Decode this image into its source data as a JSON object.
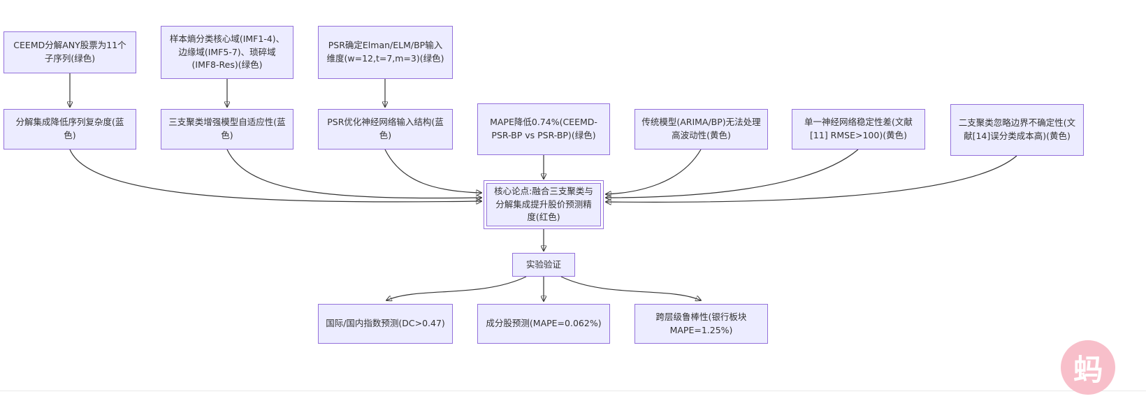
{
  "diagram": {
    "nodes": {
      "ceemd": {
        "label": "CEEMD分解ANY股票为11个子序列(绿色)"
      },
      "sample_entropy": {
        "label": "样本熵分类核心域(IMF1-4)、边缘域(IMF5-7)、琐碎域(IMF8-Res)(绿色)"
      },
      "psr_dim": {
        "label": "PSR确定Elman/ELM/BP输入维度(w=12,t=7,m=3)(绿色)"
      },
      "decomp": {
        "label": "分解集成降低序列复杂度(蓝色)"
      },
      "three_way": {
        "label": "三支聚类增强模型自适应性(蓝色)"
      },
      "psr_opt": {
        "label": "PSR优化神经网络输入结构(蓝色)"
      },
      "mape_gain": {
        "label": "MAPE降低0.74%(CEEMD-PSR-BP vs PSR-BP)(绿色)"
      },
      "traditional": {
        "label": "传统模型(ARIMA/BP)无法处理高波动性(黄色)"
      },
      "single_nn": {
        "label": "单一神经网络稳定性差(文献[11] RMSE>100)(黄色)"
      },
      "two_way": {
        "label": "二支聚类忽略边界不确定性(文献[14]误分类成本高)(黄色)"
      },
      "core_thesis": {
        "label": "核心论点:融合三支聚类与分解集成提升股价预测精度(红色)"
      },
      "experiment": {
        "label": "实验验证"
      },
      "index_pred": {
        "label": "国际/国内指数预测(DC>0.47)"
      },
      "stock_pred": {
        "label": "成分股预测(MAPE=0.062%)"
      },
      "robustness": {
        "label": "跨层级鲁棒性(银行板块MAPE=1.25%)"
      }
    },
    "colors": {
      "node_fill": "#ECECFF",
      "node_border": "#9370DB",
      "edge": "#333333",
      "text": "#333333"
    }
  },
  "watermark": {
    "label": "蚂"
  }
}
